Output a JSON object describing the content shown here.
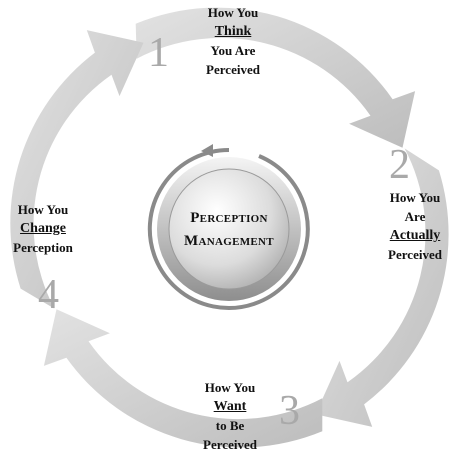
{
  "center": {
    "line1": "Perception",
    "line2": "Management"
  },
  "steps": [
    {
      "number": "1",
      "line1": "How You",
      "emph": "Think",
      "line2": "You Are",
      "line3": "Perceived"
    },
    {
      "number": "2",
      "line1": "How You",
      "line2": "Are",
      "emph": "Actually",
      "line3": "Perceived"
    },
    {
      "number": "3",
      "line1": "How You",
      "emph": "Want",
      "line2": "to Be",
      "line3": "Perceived"
    },
    {
      "number": "4",
      "line1": "How You",
      "emph": "Change",
      "line2": "Perception"
    }
  ]
}
